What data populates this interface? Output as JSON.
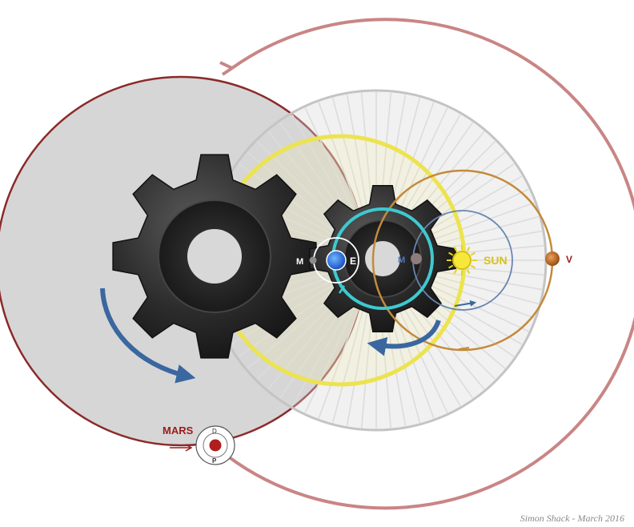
{
  "labels": {
    "mars": "MARS",
    "sun": "SUN",
    "venus": "V",
    "earth": "E",
    "moon_left": "M",
    "mercury": "M",
    "phobos": "P",
    "deimos": "D"
  },
  "credit": "Simon Shack - March 2016",
  "colors": {
    "mars_orbit": "#c98585",
    "mars_disc_stroke": "#8b2a2a",
    "mars_disc_fill": "#cfcfcf",
    "mars_label": "#9b1b1b",
    "sun_orbit": "#ece34f",
    "sun_label": "#d8c21c",
    "venus_orbit": "#c48a3c",
    "earth_orbit": "#3ec9d0",
    "mercury_orbit": "#6a86b0",
    "arrow_blue": "#3a67a0",
    "gear_dark": "#2a2a2a",
    "spokes": "#c8c8c8"
  },
  "icons": [
    "gear-icon",
    "sun-icon",
    "earth-icon",
    "venus-icon",
    "mars-icon",
    "moon-icon",
    "mercury-icon"
  ]
}
